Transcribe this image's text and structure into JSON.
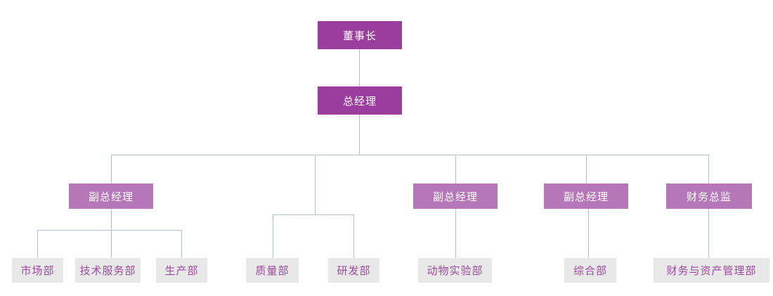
{
  "diagram": {
    "type": "org-chart",
    "background": "#ffffff",
    "colors": {
      "executive_fill": "#9b3d9d",
      "manager_fill": "#b577b7",
      "department_fill": "#e8e8e8",
      "executive_text": "#ffffff",
      "department_text": "#9b4a9e",
      "connector": "#b0c1cd"
    },
    "nodes": {
      "chairman": {
        "label": "董事长",
        "level": 1
      },
      "general_manager": {
        "label": "总经理",
        "level": 2
      },
      "deputy_gm_1": {
        "label": "副总经理",
        "level": 3
      },
      "deputy_gm_2": {
        "label": "副总经理",
        "level": 3
      },
      "deputy_gm_3": {
        "label": "副总经理",
        "level": 3
      },
      "finance_director": {
        "label": "财务总监",
        "level": 3
      },
      "marketing_dept": {
        "label": "市场部",
        "level": 4
      },
      "tech_service_dept": {
        "label": "技术服务部",
        "level": 4
      },
      "production_dept": {
        "label": "生产部",
        "level": 4
      },
      "quality_dept": {
        "label": "质量部",
        "level": 4
      },
      "rd_dept": {
        "label": "研发部",
        "level": 4
      },
      "animal_lab_dept": {
        "label": "动物实验部",
        "level": 4
      },
      "general_affairs_dept": {
        "label": "综合部",
        "level": 4
      },
      "finance_asset_dept": {
        "label": "财务与资产管理部",
        "level": 4
      }
    },
    "hierarchy": [
      {
        "parent": "chairman",
        "children": [
          "general_manager"
        ]
      },
      {
        "parent": "general_manager",
        "children": [
          "deputy_gm_1",
          "deputy_gm_2",
          "deputy_gm_3",
          "finance_director"
        ]
      },
      {
        "parent": "general_manager",
        "children": [
          "quality_dept",
          "rd_dept"
        ],
        "note": "branch drops from main rail with no labeled intermediate box"
      },
      {
        "parent": "deputy_gm_1",
        "children": [
          "marketing_dept",
          "tech_service_dept",
          "production_dept"
        ]
      },
      {
        "parent": "deputy_gm_2",
        "children": [
          "animal_lab_dept"
        ]
      },
      {
        "parent": "deputy_gm_3",
        "children": [
          "general_affairs_dept"
        ]
      },
      {
        "parent": "finance_director",
        "children": [
          "finance_asset_dept"
        ]
      }
    ]
  }
}
